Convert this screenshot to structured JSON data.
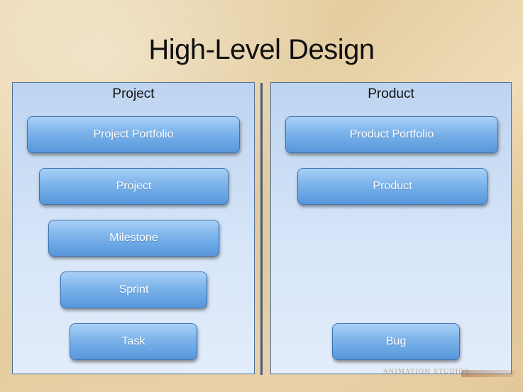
{
  "title": "High-Level Design",
  "panels": {
    "project": {
      "heading": "Project",
      "boxes": [
        "Project Portfolio",
        "Project",
        "Milestone",
        "Sprint",
        "Task"
      ]
    },
    "product": {
      "heading": "Product",
      "boxes": [
        "Product Portfolio",
        "Product",
        "Bug"
      ]
    }
  },
  "watermark": "ANIMATION STUDIOS",
  "colors": {
    "box_fill": "#7bb3ea",
    "box_border": "#3f74b3",
    "panel_fill": "#d6e5f8",
    "divider": "#3f5f8a"
  }
}
